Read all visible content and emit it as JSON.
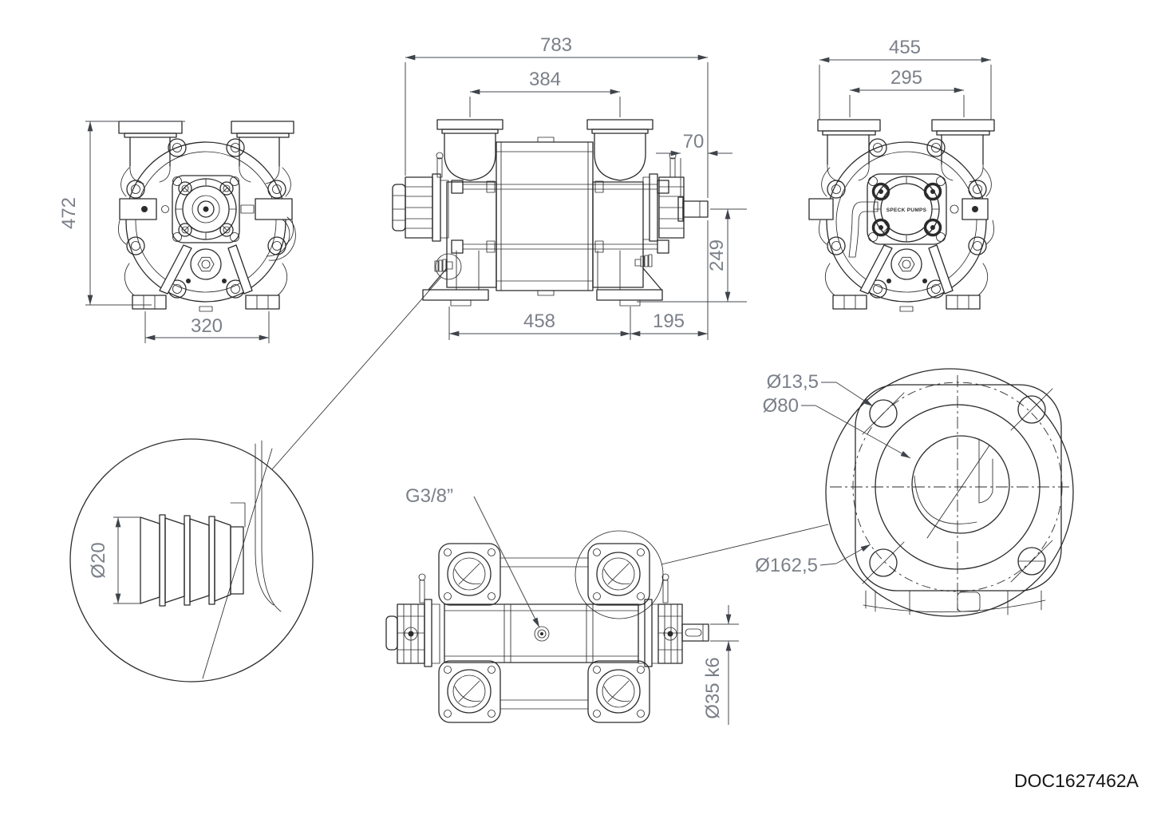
{
  "doc_number": "DOC1627462A",
  "colors": {
    "line": "#2b2b2b",
    "dimension_text": "#7b8089",
    "doc_text": "#161616",
    "background": "#ffffff"
  },
  "views": {
    "front": {
      "height": "472",
      "base_width": "320"
    },
    "side": {
      "overall_length": "783",
      "port_spacing": "384",
      "shaft_stub_length": "70",
      "shaft_center_height": "249",
      "foot_span": "458",
      "shaft_overhang": "195"
    },
    "rear": {
      "overall_width": "455",
      "port_spacing": "295",
      "logo_text": "SPECK PUMPS"
    },
    "detail_barb": {
      "barb_diameter": "Ø20"
    },
    "top": {
      "drain_port_thread": "G3/8”",
      "shaft_diameter": "Ø35 k6"
    },
    "detail_flange": {
      "bolt_hole_diameter": "Ø13,5",
      "bore_diameter": "Ø80",
      "bolt_circle_diameter": "Ø162,5"
    }
  }
}
